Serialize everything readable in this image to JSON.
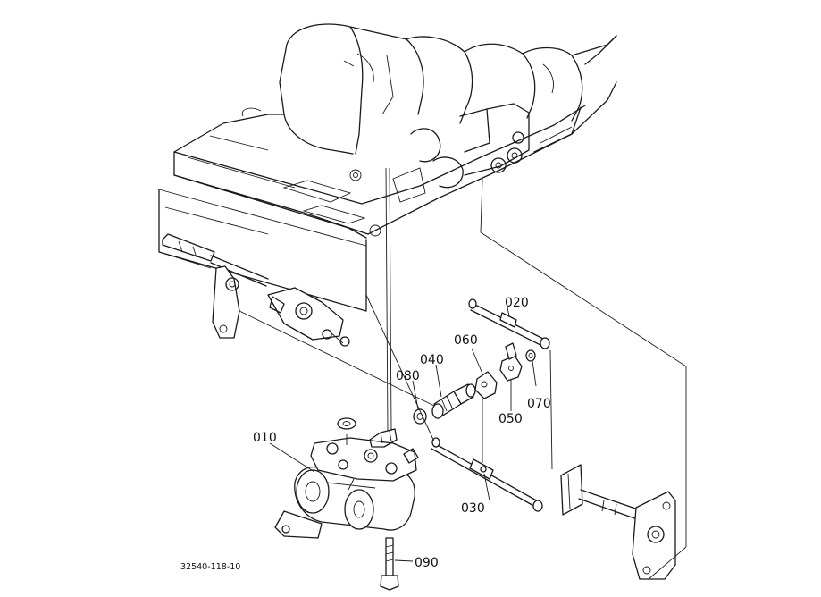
{
  "figure": {
    "drawing_code": "32540-118-10",
    "part_labels": {
      "p010": "010",
      "p020": "020",
      "p030": "030",
      "p040": "040",
      "p050": "050",
      "p060": "060",
      "p070": "070",
      "p080": "080",
      "p090": "090"
    }
  }
}
